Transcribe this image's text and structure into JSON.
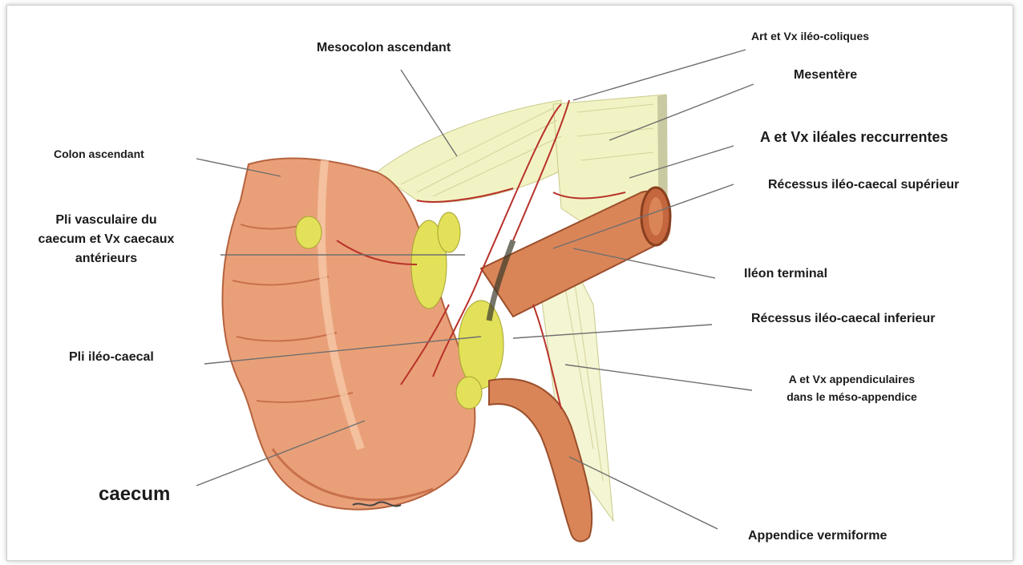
{
  "labels": {
    "mesocolon_ascendant": "Mesocolon ascendant",
    "art_vx_ileo_coliques": "Art et Vx iléo-coliques",
    "mesentere": "Mesentère",
    "a_vx_ileales_reccurrentes": "A et Vx iléales reccurrentes",
    "recessus_superieur": "Récessus iléo-caecal supérieur",
    "colon_ascendant": "Colon ascendant",
    "pli_vasculaire_line1": "Pli vasculaire du",
    "pli_vasculaire_line2": "caecum et Vx caecaux",
    "pli_vasculaire_line3": "antérieurs",
    "ileon_terminal": "Iléon terminal",
    "recessus_inferieur": "Récessus iléo-caecal inferieur",
    "pli_ileo_caecal": "Pli iléo-caecal",
    "a_vx_appendiculaires_line1": "A et Vx appendiculaires",
    "a_vx_appendiculaires_line2": "dans le méso-appendice",
    "caecum": "caecum",
    "appendice_vermiforme": "Appendice vermiforme"
  },
  "colors": {
    "colon": "#e9a078",
    "colon_shadow": "#c9714d",
    "ileum": "#d98558",
    "mesentery": "#f2f3c4",
    "fat": "#e3e15a",
    "vessel_red": "#b8322a",
    "leader_line": "#6f6f6f"
  }
}
